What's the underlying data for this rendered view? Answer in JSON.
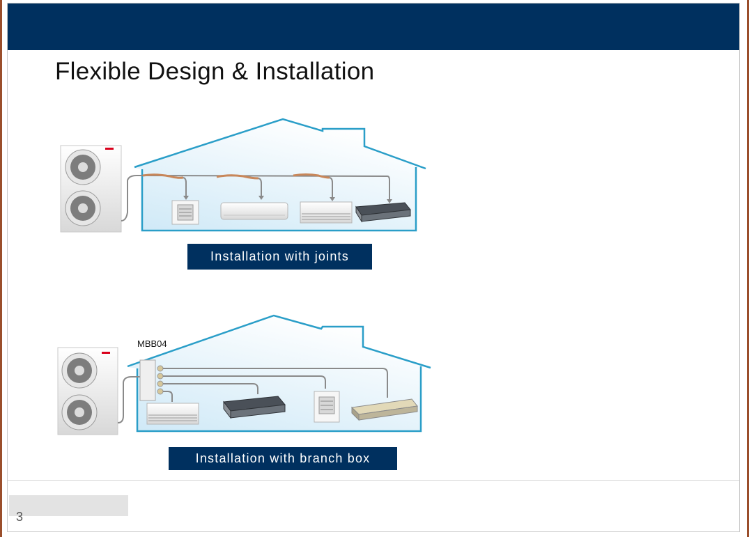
{
  "slide": {
    "title": "Flexible Design & Installation",
    "page_number": "3"
  },
  "diagram_top": {
    "caption": "Installation with joints",
    "indoor_units": [
      "cassette-unit",
      "wall-mounted-unit",
      "ceiling-floor-unit",
      "duct-unit"
    ]
  },
  "diagram_bottom": {
    "caption": "Installation with branch box",
    "branch_box_label": "MBB04",
    "indoor_units": [
      "ceiling-floor-unit",
      "duct-unit",
      "cassette-unit",
      "slim-duct-unit"
    ]
  },
  "colors": {
    "header": "#00305f",
    "house_outline": "#2a9ec8",
    "house_fill": "#dff1fa",
    "pipe": "#8a8a8a",
    "joint": "#c8875a",
    "caption_bg": "#00305f",
    "brand_red": "#d9001b"
  }
}
